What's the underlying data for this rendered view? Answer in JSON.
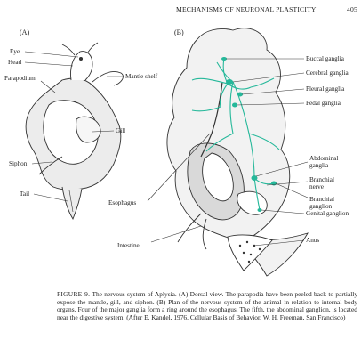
{
  "header": {
    "running_title": "MECHANISMS OF NEURONAL PLASTICITY",
    "page_number": "405"
  },
  "panel_a": {
    "label": "(A)",
    "labels": {
      "eye": "Eye",
      "head": "Head",
      "parapodium": "Parapodium",
      "mantle_shelf": "Mantle shelf",
      "gill": "Gill",
      "siphon": "Siphon",
      "tail": "Tail"
    }
  },
  "panel_b": {
    "label": "(B)",
    "labels": {
      "buccal": "Buccal ganglia",
      "cerebral": "Cerebral ganglia",
      "pleural": "Pleural ganglia",
      "pedal": "Pedal ganglia",
      "abdominal_1": "Abdominal",
      "abdominal_2": "ganglia",
      "branchial_nerve_1": "Branchial",
      "branchial_nerve_2": "nerve",
      "branchial_ganglion_1": "Branchial",
      "branchial_ganglion_2": "ganglion",
      "genital": "Genital ganglion",
      "anus": "Anus",
      "esophagus": "Esophagus",
      "intestine": "Intestine"
    }
  },
  "caption": {
    "figure_label": "FIGURE 9.",
    "line1": "The nervous system of Aplysia. (A) Dorsal view. The parapodia have",
    "line2": "been peeled back to partially expose the mantle, gill, and siphon. (B) Plan of the",
    "line3": "nervous system of the animal in relation to internal body organs. Four of the major",
    "line4": "ganglia form a ring around the esophagus. The fifth, the abdominal ganglion, is",
    "line5": "located near the digestive system. (After E. Kandel, 1976. Cellular Basis of Behavior,",
    "line6": "W. H. Freeman, San Francisco)"
  },
  "colors": {
    "nerve": "#25b89a",
    "ink": "#333333"
  }
}
